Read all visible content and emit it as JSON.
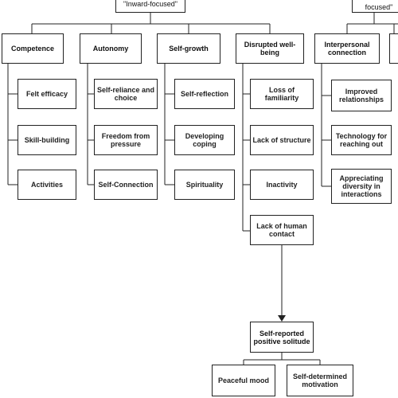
{
  "top": {
    "inward": "\"Inward-focused\"",
    "outward": "focused\""
  },
  "categories": {
    "competence": "Competence",
    "autonomy": "Autonomy",
    "self_growth": "Self-growth",
    "disrupted": "Disrupted well-being",
    "interpersonal": "Interpersonal connection"
  },
  "items": {
    "felt_efficacy": "Felt efficacy",
    "skill_building": "Skill-building",
    "activities": "Activities",
    "self_reliance": "Self-reliance and choice",
    "freedom": "Freedom from pressure",
    "self_connection": "Self-Connection",
    "self_reflection": "Self-reflection",
    "developing_coping": "Developing coping",
    "spirituality": "Spirituality",
    "loss_familiarity": "Loss of familiarity",
    "lack_structure": "Lack of structure",
    "inactivity": "Inactivity",
    "lack_contact": "Lack of human contact",
    "improved_relationships": "Improved relationships",
    "technology": "Technology for reaching out",
    "diversity": "Appreciating diversity in interactions"
  },
  "outcome": {
    "solitude": "Self-reported positive solitude",
    "peaceful": "Peaceful mood",
    "motivation": "Self-determined motivation"
  }
}
